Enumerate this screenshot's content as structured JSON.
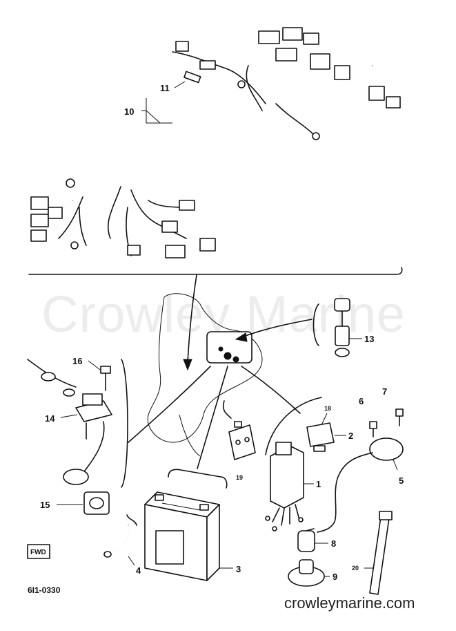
{
  "watermark": "Crowley Marine",
  "site_footer": "crowleymarine.com",
  "diagram_code": "6I1-0330",
  "fwd_label": "FWD",
  "callouts": {
    "p1": "1",
    "p2": "2",
    "p3": "3",
    "p4": "4",
    "p5": "5",
    "p6": "6",
    "p7": "7",
    "p8": "8",
    "p9": "9",
    "p10": "10",
    "p11": "11",
    "p13": "13",
    "p14": "14",
    "p15": "15",
    "p16": "16",
    "p18": "18",
    "p19": "19",
    "p20": "20"
  }
}
